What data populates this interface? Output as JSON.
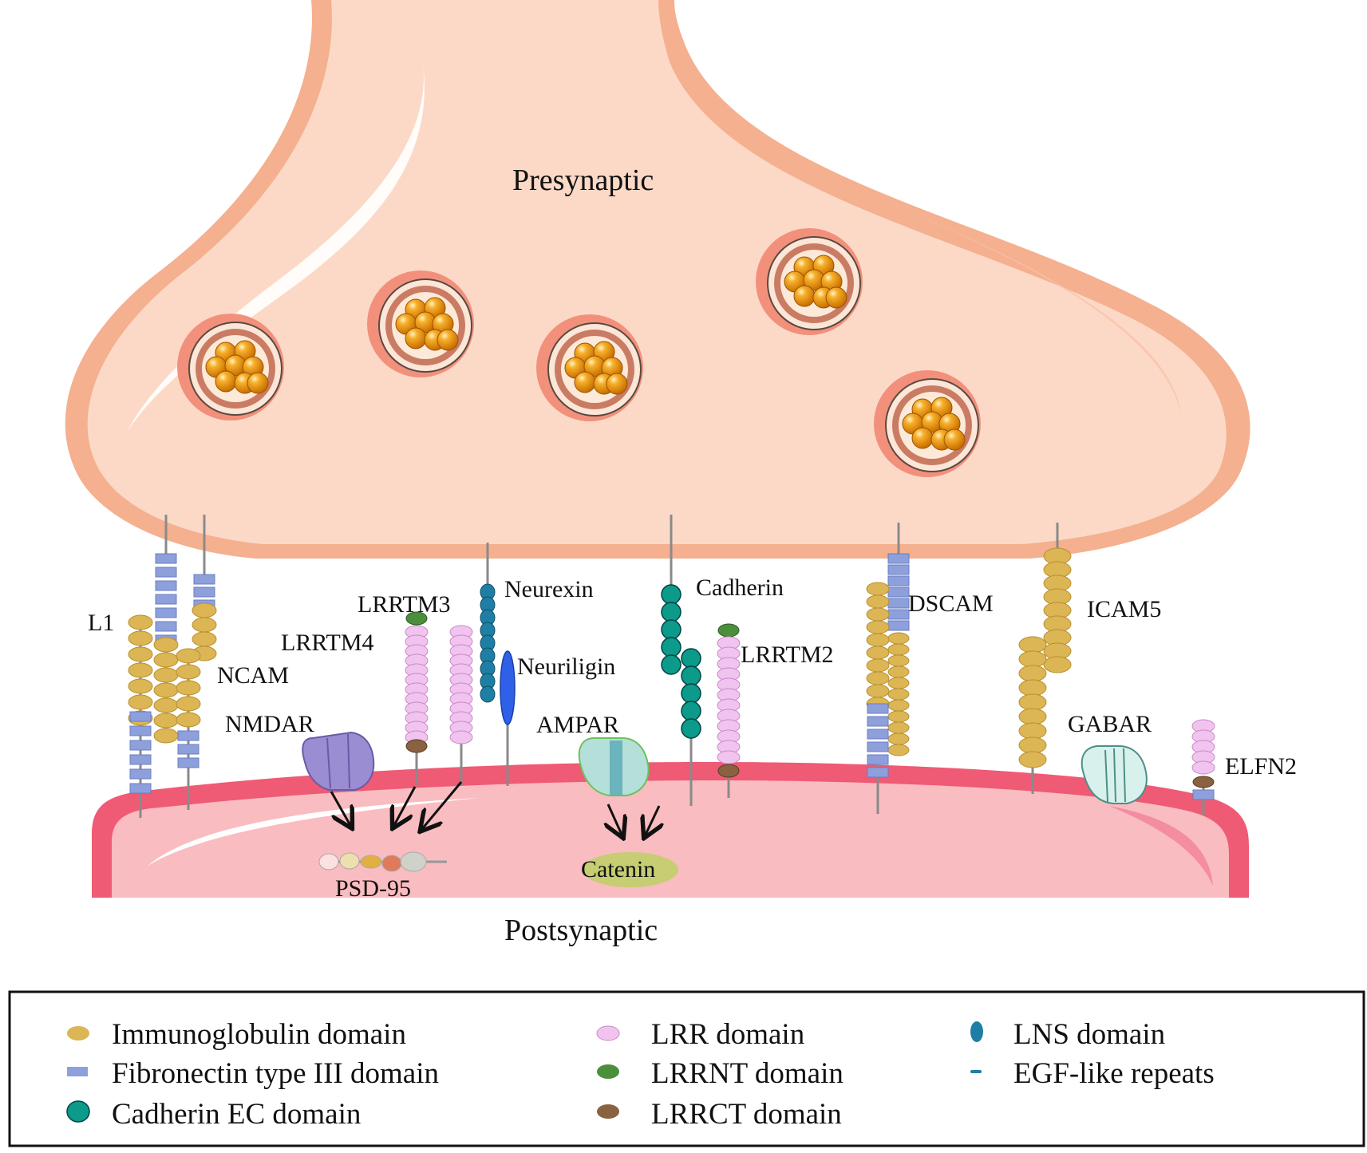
{
  "regions": {
    "presynaptic": "Presynaptic",
    "postsynaptic": "Postsynaptic"
  },
  "proteins": {
    "l1": "L1",
    "ncam": "NCAM",
    "lrrtm3": "LRRTM3",
    "lrrtm4": "LRRTM4",
    "neurexin": "Neurexin",
    "neuriligin": "Neuriligin",
    "cadherin": "Cadherin",
    "lrrtm2": "LRRTM2",
    "dscam": "DSCAM",
    "icam5": "ICAM5",
    "nmdar": "NMDAR",
    "ampar": "AMPAR",
    "gabar": "GABAR",
    "elfn2": "ELFN2",
    "psd95": "PSD-95",
    "catenin": "Catenin"
  },
  "legend": {
    "col1": [
      "Immunoglobulin domain",
      "Fibronectin type III domain",
      "Cadherin EC domain"
    ],
    "col2": [
      "LRR domain",
      "LRRNT domain",
      "LRRCT domain"
    ],
    "col3": [
      "LNS domain",
      "EGF-like repeats"
    ]
  },
  "colors": {
    "terminal": "#fcd9c7",
    "terminal_edge": "#f4b08f",
    "membrane": "#ef5a74",
    "postsynaptic_fill": "#f9bcc0",
    "ig": "#dcb554",
    "fn3": "#8ea0dc",
    "cadherin_ec": "#0c9a8a",
    "lrr": "#f1c3ef",
    "lrrnt": "#4b8f3c",
    "lrrct": "#8a6240",
    "lns": "#1f7ea3",
    "neuriligin": "#2f61e8",
    "vesicle_ball": "#f29a13"
  }
}
